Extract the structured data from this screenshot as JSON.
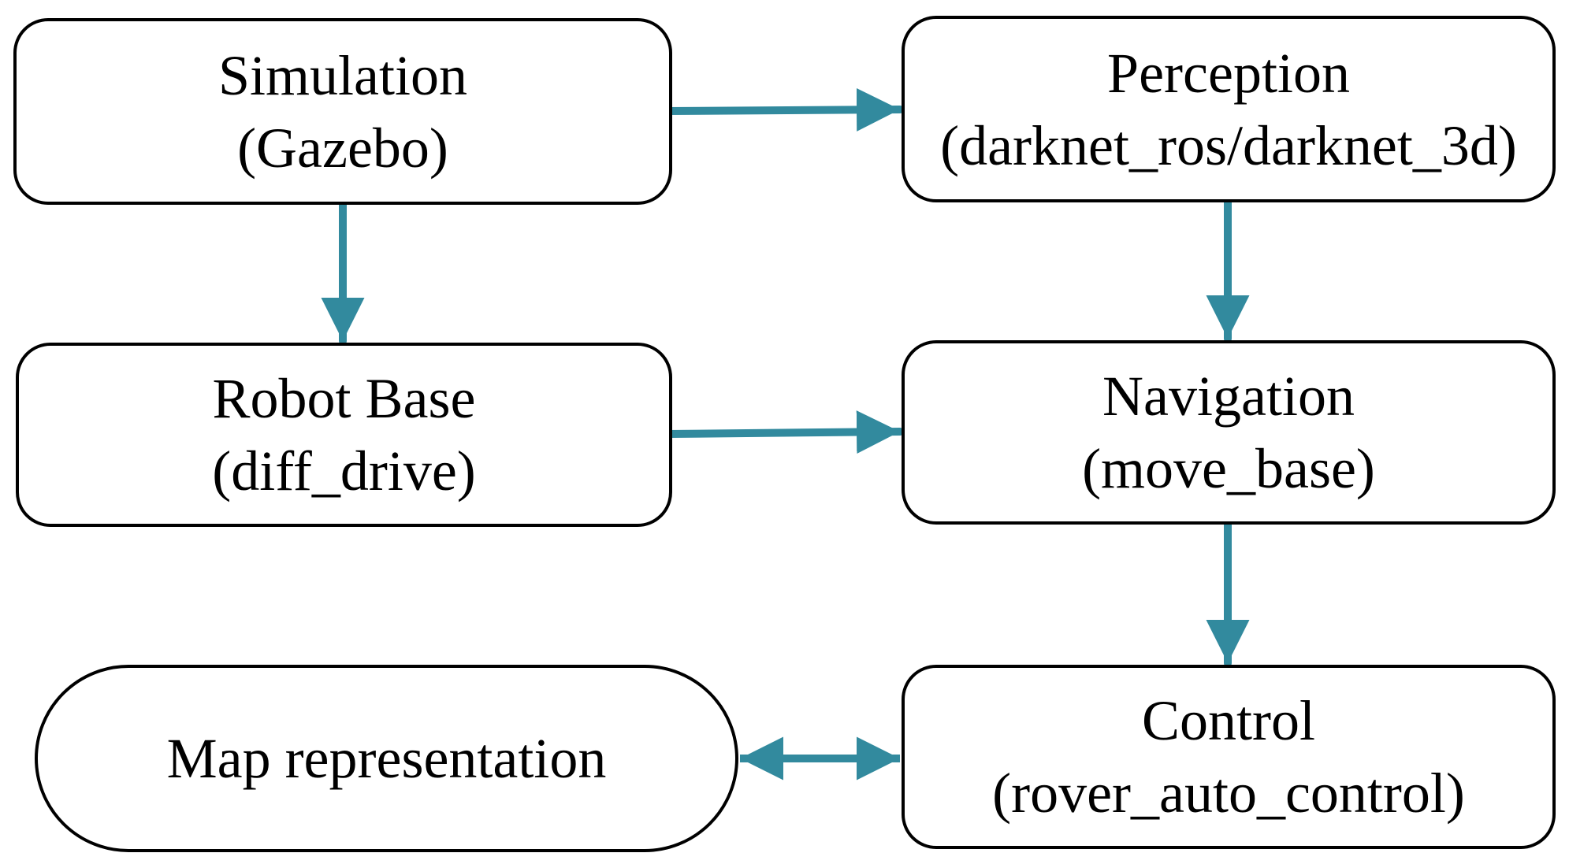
{
  "diagram": {
    "edge_color": "#328a9e",
    "nodes": {
      "simulation": {
        "line1": "Simulation",
        "line2": "(Gazebo)"
      },
      "perception": {
        "line1": "Perception",
        "line2": "(darknet_ros/darknet_3d)"
      },
      "robot_base": {
        "line1": "Robot Base",
        "line2": "(diff_drive)"
      },
      "navigation": {
        "line1": "Navigation",
        "line2": "(move_base)"
      },
      "map": {
        "line1": "Map representation"
      },
      "control": {
        "line1": "Control",
        "line2": "(rover_auto_control)"
      }
    },
    "edges": [
      {
        "from": "Simulation",
        "to": "Perception",
        "direction": "forward"
      },
      {
        "from": "Simulation",
        "to": "Robot Base",
        "direction": "forward"
      },
      {
        "from": "Perception",
        "to": "Navigation",
        "direction": "forward"
      },
      {
        "from": "Robot Base",
        "to": "Navigation",
        "direction": "forward"
      },
      {
        "from": "Navigation",
        "to": "Control",
        "direction": "forward"
      },
      {
        "from": "Map representation",
        "to": "Control",
        "direction": "both"
      }
    ]
  }
}
